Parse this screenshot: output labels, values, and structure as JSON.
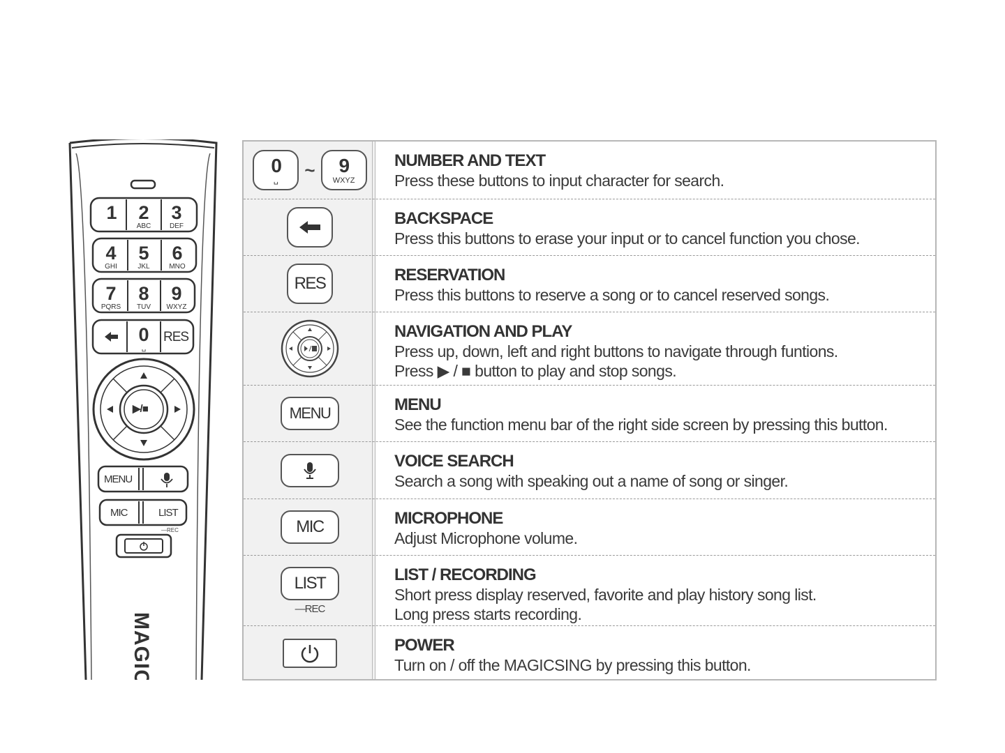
{
  "remote": {
    "keys": [
      {
        "digit": "1",
        "sub": ""
      },
      {
        "digit": "2",
        "sub": "ABC"
      },
      {
        "digit": "3",
        "sub": "DEF"
      },
      {
        "digit": "4",
        "sub": "GHI"
      },
      {
        "digit": "5",
        "sub": "JKL"
      },
      {
        "digit": "6",
        "sub": "MNO"
      },
      {
        "digit": "7",
        "sub": "PQRS"
      },
      {
        "digit": "8",
        "sub": "TUV"
      },
      {
        "digit": "9",
        "sub": "WXYZ"
      }
    ],
    "zero_digit": "0",
    "zero_sub": "␣",
    "res_label": "RES",
    "play_label": "▶/■",
    "menu_label": "MENU",
    "mic_label": "MIC",
    "list_label": "LIST",
    "rec_mark": "—REC",
    "brand": "MAGIC"
  },
  "guide": {
    "rows": [
      {
        "title": "NUMBER AND TEXT",
        "desc": [
          "Press these buttons to input character for search."
        ],
        "icon": "number-keys",
        "key_from": {
          "digit": "0",
          "sub": "␣"
        },
        "tilde": "~",
        "key_to": {
          "digit": "9",
          "sub": "WXYZ"
        }
      },
      {
        "title": "BACKSPACE",
        "desc": [
          "Press this buttons to erase your input or to cancel function you chose."
        ],
        "icon": "backspace-arrow-icon"
      },
      {
        "title": "RESERVATION",
        "desc": [
          "Press this buttons to reserve a song or to cancel reserved songs."
        ],
        "icon": "res-button",
        "label": "RES"
      },
      {
        "title": "NAVIGATION AND PLAY",
        "desc": [
          "Press up, down, left and right buttons to navigate through funtions.",
          "Press ▶ / ■ button to play and stop songs."
        ],
        "icon": "navigation-dial-icon"
      },
      {
        "title": "MENU",
        "desc": [
          "See the function menu bar of the right side screen by pressing this button."
        ],
        "icon": "menu-button",
        "label": "MENU"
      },
      {
        "title": "VOICE SEARCH",
        "desc": [
          "Search a song with speaking out a name of song or singer."
        ],
        "icon": "microphone-icon"
      },
      {
        "title": "MICROPHONE",
        "desc": [
          "Adjust Microphone volume."
        ],
        "icon": "mic-button",
        "label": "MIC"
      },
      {
        "title": "LIST / RECORDING",
        "desc": [
          "Short press display reserved, favorite and play history song list.",
          "Long press starts recording."
        ],
        "icon": "list-button",
        "label": "LIST",
        "sublabel": "—REC"
      },
      {
        "title": "POWER",
        "desc": [
          "Turn on / off the MAGICSING by pressing this button."
        ],
        "icon": "power-icon"
      }
    ]
  }
}
